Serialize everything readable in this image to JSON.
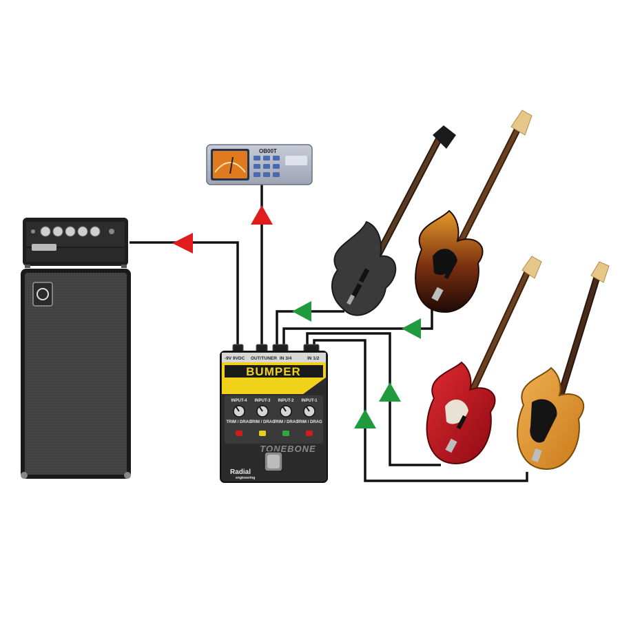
{
  "colors": {
    "wire": "#111111",
    "arrow_out": "#e01c1c",
    "arrow_in": "#1f9a3c",
    "pedal_yellow": "#f0d21a",
    "pedal_body": "#2b2b2b"
  },
  "pedal": {
    "title": "BUMPER",
    "subtitle": "TONEBONE",
    "brand": "Radial",
    "brand_sub": "engineering",
    "jacks": [
      "-9V 9VDC",
      "OUT/TUNER",
      "IN 3/4",
      "IN 1/2"
    ],
    "channels": [
      {
        "input": "INPUT-4",
        "trim": "TRIM / DRAG",
        "led": "#d21c1c"
      },
      {
        "input": "INPUT-3",
        "trim": "TRIM / DRAG",
        "led": "#e6d21c"
      },
      {
        "input": "INPUT-2",
        "trim": "TRIM / DRAG",
        "led": "#2caa3c"
      },
      {
        "input": "INPUT-1",
        "trim": "TRIM / DRAG",
        "led": "#d21c1c"
      }
    ]
  },
  "tuner": {
    "model": "OB00T"
  },
  "icons": [
    "amp-head-icon",
    "speaker-cabinet-icon",
    "tuner-icon",
    "bass-guitar-icon",
    "footswitch-icon"
  ]
}
